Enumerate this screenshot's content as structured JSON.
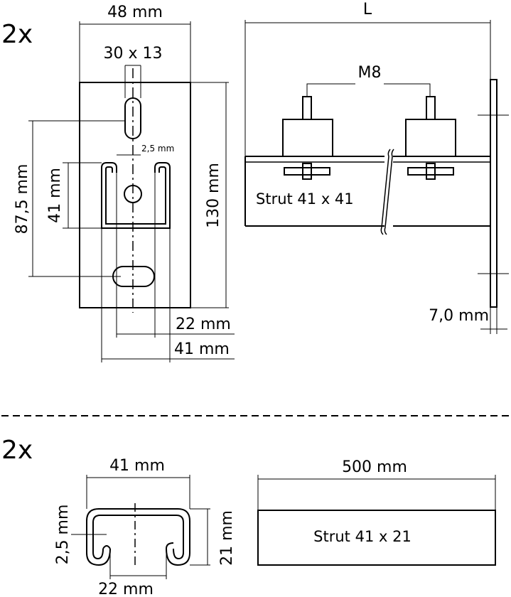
{
  "colors": {
    "ink": "#000000",
    "paper": "#ffffff"
  },
  "top_section": {
    "quantity": "2x",
    "bracket_plate": {
      "width_label": "48 mm",
      "slot_label": "30 x 13",
      "channel_thickness_label": "2,5 mm",
      "height_label": "130 mm",
      "hole_spacing_label": "87,5 mm",
      "channel_height_label": "41 mm",
      "slot_opening_label": "22 mm",
      "channel_width_label": "41 mm"
    },
    "side_view": {
      "length_label": "L",
      "bolt_label": "M8",
      "strut_label": "Strut 41 x 41",
      "plate_thickness_label": "7,0 mm"
    }
  },
  "bottom_section": {
    "quantity": "2x",
    "profile": {
      "width_label": "41 mm",
      "thickness_label": "2,5 mm",
      "height_label": "21 mm",
      "opening_label": "22 mm"
    },
    "strut_bar": {
      "length_label": "500 mm",
      "strut_label": "Strut 41 x 21"
    }
  }
}
